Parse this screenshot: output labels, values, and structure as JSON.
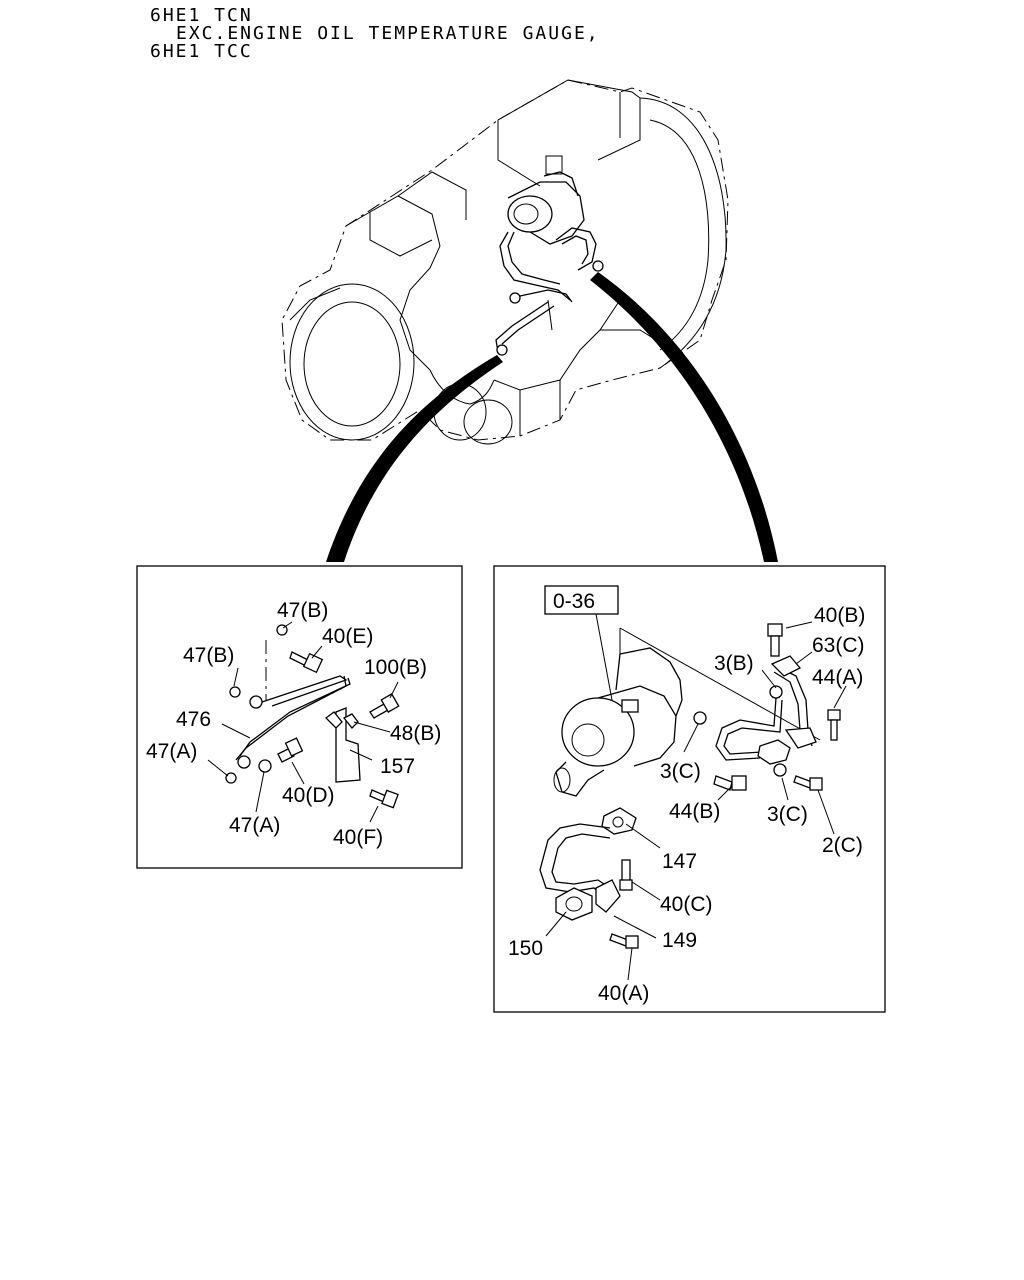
{
  "title": {
    "line1": "6HE1 TCN",
    "line2": "EXC.ENGINE OIL TEMPERATURE GAUGE,",
    "line3": "6HE1 TCC"
  },
  "left_panel": {
    "labels": [
      "47(B)",
      "40(E)",
      "47(B)",
      "100(B)",
      "476",
      "48(B)",
      "47(A)",
      "157",
      "40(D)",
      "47(A)",
      "40(F)"
    ]
  },
  "right_panel": {
    "ref_box": "0-36",
    "labels": [
      "40(B)",
      "63(C)",
      "3(B)",
      "44(A)",
      "3(C)",
      "44(B)",
      "3(C)",
      "2(C)",
      "147",
      "40(C)",
      "150",
      "149",
      "40(A)"
    ]
  }
}
